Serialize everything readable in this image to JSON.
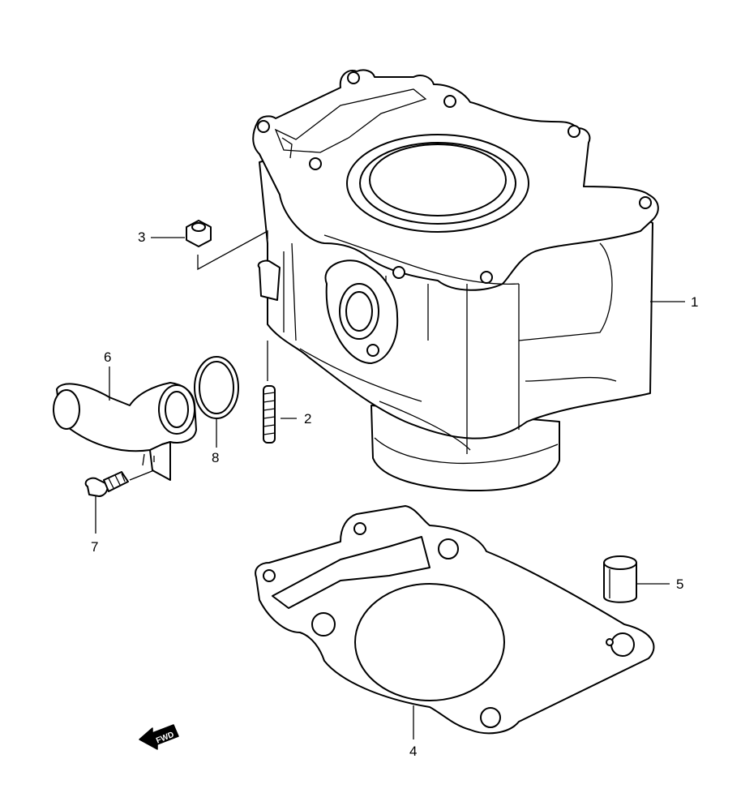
{
  "callouts": {
    "c1": "1",
    "c2": "2",
    "c3": "3",
    "c4": "4",
    "c5": "5",
    "c6": "6",
    "c7": "7",
    "c8": "8"
  },
  "direction_badge": {
    "text": "FWD",
    "icon": "forward-arrow-icon"
  },
  "colors": {
    "line": "#000000",
    "background": "#ffffff"
  }
}
